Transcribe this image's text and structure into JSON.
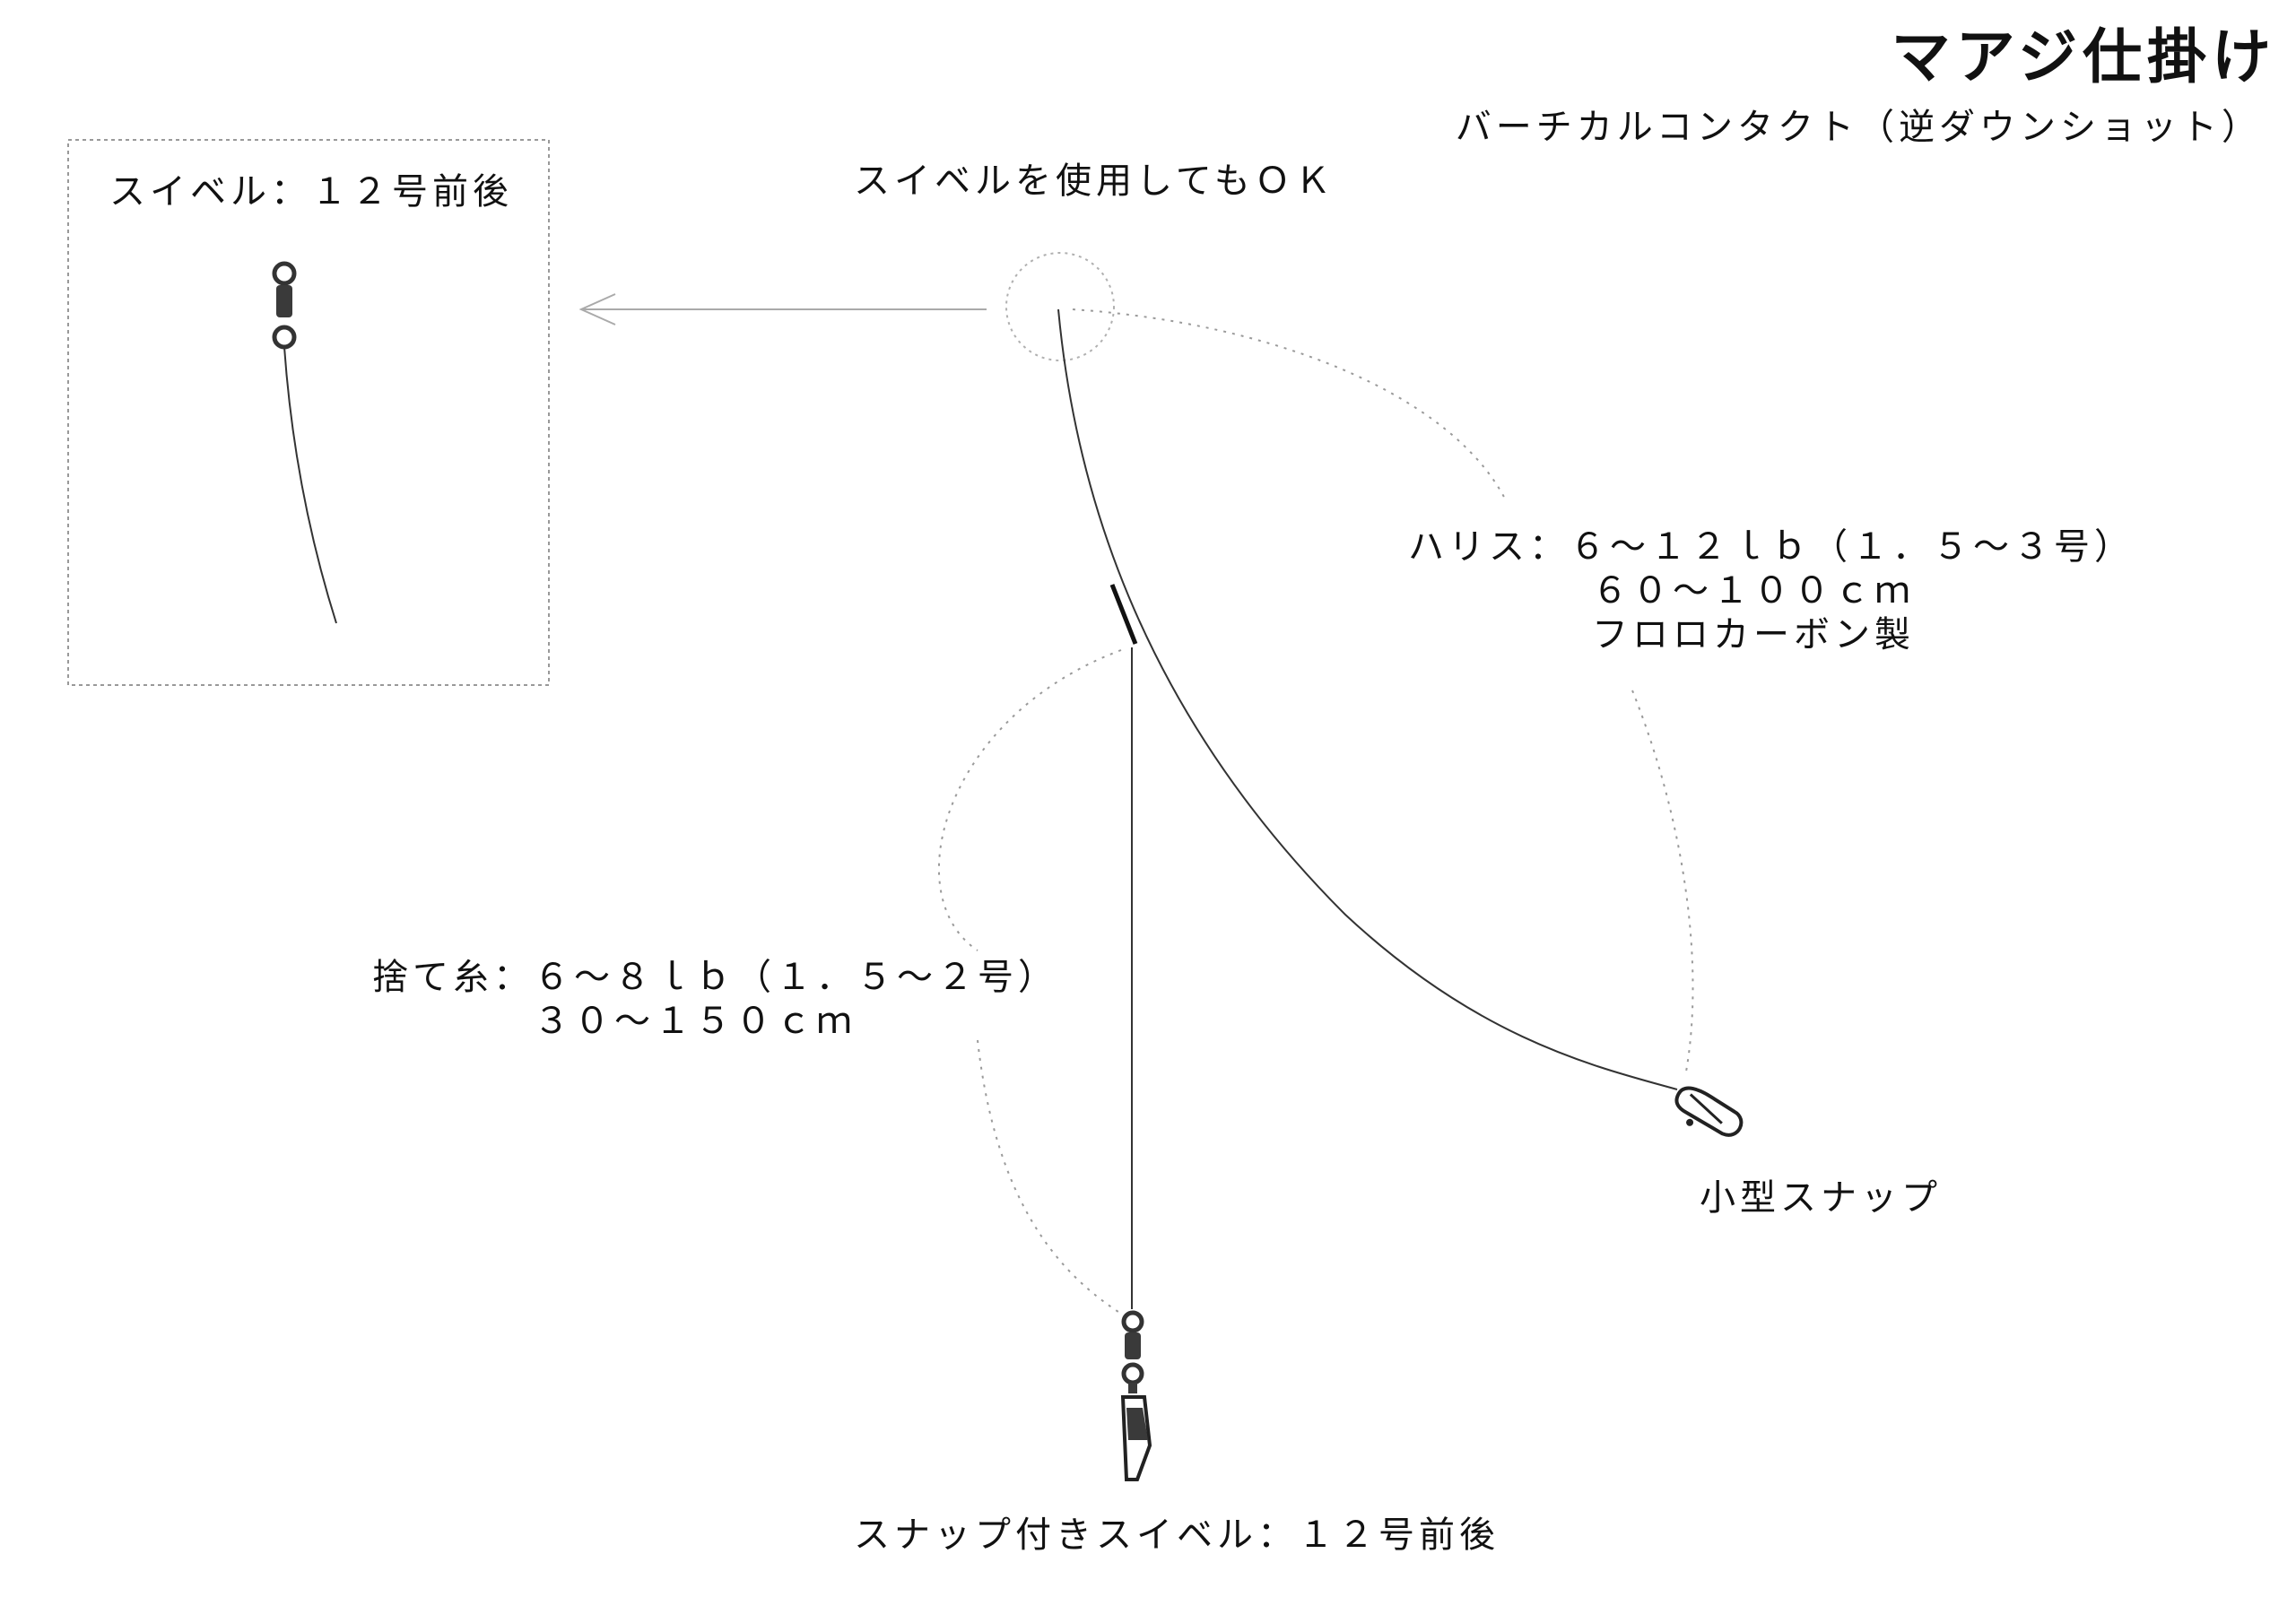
{
  "header": {
    "title": "マアジ仕掛け",
    "subtitle": "バーチカルコンタクト（逆ダウンショット）"
  },
  "inset": {
    "label": "スイベル：１２号前後"
  },
  "labels": {
    "swivel_ok": "スイベルを使用してもＯＫ",
    "harisu_line1": "ハリス：６～１２ｌｂ（１．５～３号）",
    "harisu_line2": "６０～１００ｃｍ",
    "harisu_line3": "フロロカーボン製",
    "sute_line1": "捨て糸：６～８ｌｂ（１．５～２号）",
    "sute_line2": "３０～１５０ｃｍ",
    "small_snap": "小型スナップ",
    "snap_swivel": "スナップ付きスイベル：１２号前後"
  },
  "colors": {
    "line": "#333333",
    "dotted_guide": "#9a9a9a",
    "swivel_fill": "#3a3a3a",
    "inset_border": "#999999",
    "arrow": "#aaaaaa"
  }
}
